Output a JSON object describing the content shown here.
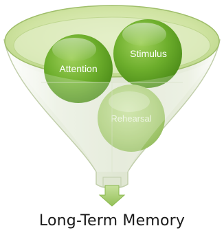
{
  "diagram": {
    "circles": [
      {
        "key": "attention",
        "label": "Attention"
      },
      {
        "key": "stimulus",
        "label": "Stimulus"
      },
      {
        "key": "rehearsal",
        "label": "Rehearsal"
      }
    ],
    "output_label": "Long-Term Memory",
    "colors": {
      "funnel_fill": "#e4ebd7",
      "funnel_stroke": "#c2cfac",
      "rim_green": "#cfe3a1",
      "circle_green": "#6dae2c",
      "circle_faded": "#a9cc74",
      "arrow_green": "#a8cf72",
      "text_dark": "#1a1a1a"
    }
  }
}
